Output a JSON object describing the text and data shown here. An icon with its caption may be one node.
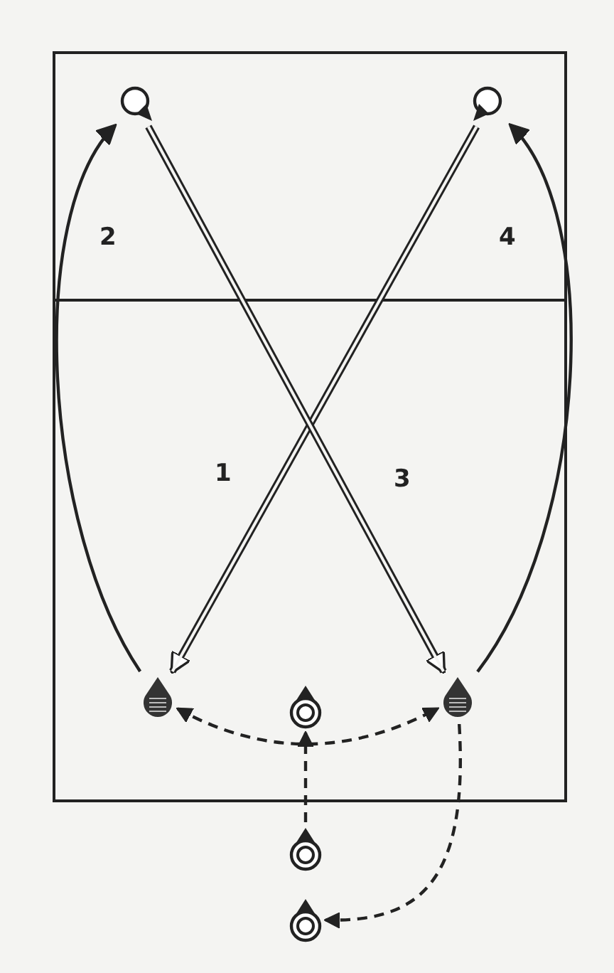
{
  "diagram": {
    "nodes": [
      {
        "text": [],
        "shape": "circle"
      },
      {
        "text": [],
        "shape": "circle"
      },
      {
        "text": [],
        "shape": "circle"
      },
      {
        "text": [],
        "shape": "circle"
      },
      {
        "text": [],
        "shape": "circle"
      },
      {
        "text": [],
        "shape": "circle"
      },
      {
        "text": [],
        "shape": "circle"
      }
    ],
    "edges": [
      {
        "from": 1,
        "to": 2,
        "arrow": "to",
        "label": "1",
        "style": "thick"
      },
      {
        "from": 2,
        "to": 0,
        "arrow": "to",
        "label": "2"
      },
      {
        "from": 0,
        "to": 4,
        "arrow": "to",
        "label": "3",
        "style": "thick"
      },
      {
        "from": 4,
        "to": 1,
        "arrow": "to",
        "label": "4"
      },
      {
        "from": 2,
        "to": 4,
        "arrow": "both",
        "style": "dashed"
      },
      {
        "from": 5,
        "to": 3,
        "arrow": "to",
        "style": "dashed"
      },
      {
        "from": 4,
        "to": 6,
        "arrow": "to",
        "style": "dashed"
      }
    ]
  }
}
